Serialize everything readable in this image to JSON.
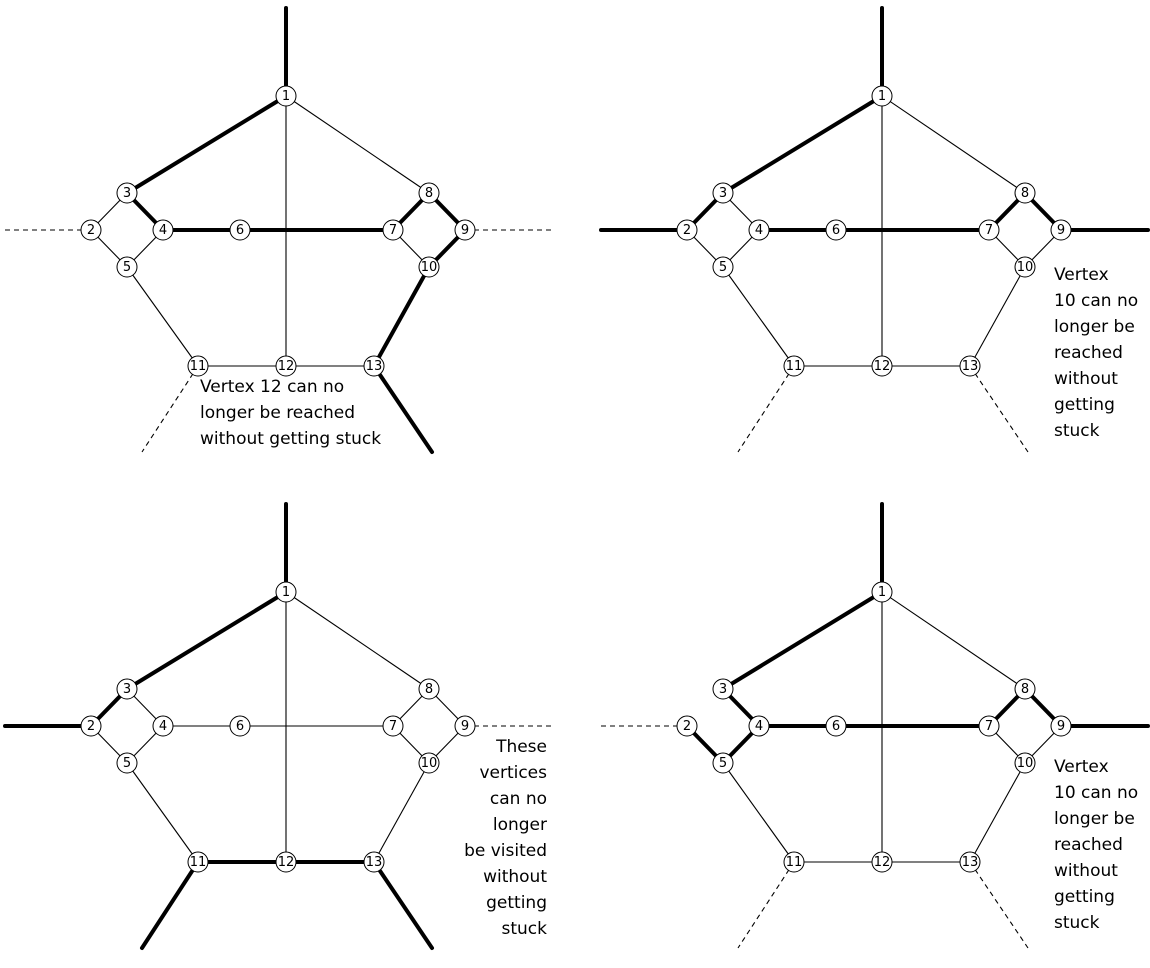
{
  "panels": [
    {
      "id": "top-left",
      "caption": "Vertex 12 can no\nlonger be reached\nwithout getting stuck",
      "caption_align": "left",
      "thick_edges": [
        [
          "1",
          "top"
        ],
        [
          "1",
          "3"
        ],
        [
          "3",
          "4"
        ],
        [
          "4",
          "6"
        ],
        [
          "6",
          "7"
        ],
        [
          "7",
          "8"
        ],
        [
          "8",
          "9"
        ],
        [
          "9",
          "10"
        ],
        [
          "10",
          "13"
        ],
        [
          "13",
          "bottom-right"
        ]
      ],
      "dashed_edges": [
        [
          "2",
          "left"
        ],
        [
          "9",
          "right"
        ],
        [
          "11",
          "bottom-left"
        ]
      ],
      "hidden_edges": []
    },
    {
      "id": "top-right",
      "caption": "Vertex\n10 can no\nlonger be\nreached\nwithout\ngetting\nstuck",
      "caption_align": "left",
      "thick_edges": [
        [
          "1",
          "top"
        ],
        [
          "1",
          "3"
        ],
        [
          "3",
          "2"
        ],
        [
          "2",
          "left"
        ],
        [
          "4",
          "6"
        ],
        [
          "6",
          "7"
        ],
        [
          "7",
          "8"
        ],
        [
          "8",
          "9"
        ],
        [
          "9",
          "right"
        ]
      ],
      "dashed_edges": [
        [
          "11",
          "bottom-left"
        ],
        [
          "13",
          "bottom-right"
        ]
      ],
      "hidden_edges": []
    },
    {
      "id": "bottom-left",
      "caption": "These\nvertices\ncan no\nlonger\nbe visited\nwithout\ngetting\nstuck",
      "caption_align": "right",
      "thick_edges": [
        [
          "1",
          "top"
        ],
        [
          "1",
          "3"
        ],
        [
          "3",
          "2"
        ],
        [
          "2",
          "left"
        ],
        [
          "11",
          "12"
        ],
        [
          "12",
          "13"
        ],
        [
          "11",
          "bottom-left"
        ],
        [
          "13",
          "bottom-right"
        ]
      ],
      "dashed_edges": [
        [
          "9",
          "right"
        ]
      ],
      "hidden_edges": []
    },
    {
      "id": "bottom-right",
      "caption": "Vertex\n10 can no\nlonger be\nreached\nwithout\ngetting\nstuck",
      "caption_align": "left",
      "thick_edges": [
        [
          "1",
          "top"
        ],
        [
          "1",
          "3"
        ],
        [
          "3",
          "4"
        ],
        [
          "4",
          "6"
        ],
        [
          "6",
          "7"
        ],
        [
          "7",
          "8"
        ],
        [
          "8",
          "9"
        ],
        [
          "9",
          "right"
        ],
        [
          "4",
          "5"
        ],
        [
          "5",
          "2"
        ]
      ],
      "dashed_edges": [
        [
          "2",
          "left"
        ],
        [
          "11",
          "bottom-left"
        ],
        [
          "13",
          "bottom-right"
        ]
      ],
      "hidden_edges": [
        [
          "3",
          "2"
        ]
      ]
    }
  ],
  "vertex_labels": [
    "1",
    "2",
    "3",
    "4",
    "5",
    "6",
    "7",
    "8",
    "9",
    "10",
    "11",
    "12",
    "13"
  ]
}
